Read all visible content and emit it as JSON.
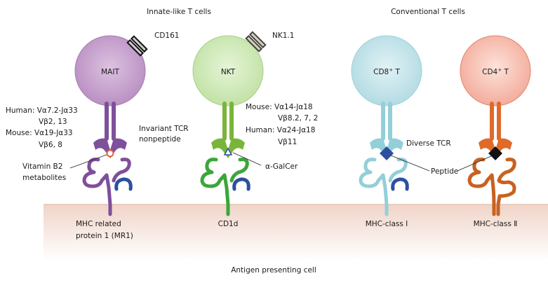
{
  "headers": {
    "innate": "Innate-like T cells",
    "conventional": "Conventional T cells",
    "apc": "Antigen presenting cell"
  },
  "cells": {
    "mait": {
      "name": "MAIT",
      "marker": "CD161",
      "tcr_lines": [
        "Human: Vα7.2-Jα33",
        "Vβ2, 13",
        "Mouse: Vα19-Jα33",
        "Vβ6, 8"
      ],
      "tcr_type": [
        "Invariant TCR",
        "nonpeptide"
      ],
      "ligand": [
        "Vitamin B2",
        "metabolites"
      ],
      "presenter": [
        "MHC related",
        "protein 1 (MR1)"
      ]
    },
    "nkt": {
      "name": "NKT",
      "marker": "NK1.1",
      "tcr_lines": [
        "Mouse: Vα14-Jα18",
        "Vβ8.2, 7, 2",
        "Human: Vα24-Jα18",
        "Vβ11"
      ],
      "ligand": "α-GalCer",
      "presenter": "CD1d"
    },
    "cd8": {
      "name_main": "CD8",
      "name_sup": "+",
      "name_suffix": " T",
      "tcr_type": "Diverse TCR",
      "presenter": "MHC-class Ⅰ"
    },
    "cd4": {
      "name_main": "CD4",
      "name_sup": "+",
      "name_suffix": " T",
      "presenter": "MHC-class Ⅱ"
    },
    "peptide": "Peptide"
  },
  "colors": {
    "mait_cell": "#c9a3cf",
    "mait_tcr": "#7e4f9b",
    "nkt_cell": "#cfe9b8",
    "nkt_tcr": "#79b53a",
    "cd8_cell": "#c4e4ea",
    "cd8_tcr": "#93cfd9",
    "cd4_cell": "#f7c0b3",
    "cd4_tcr": "#e06a2a",
    "mhc_beta": "#2c4fa0",
    "apc_band": "#f0d6cb"
  }
}
